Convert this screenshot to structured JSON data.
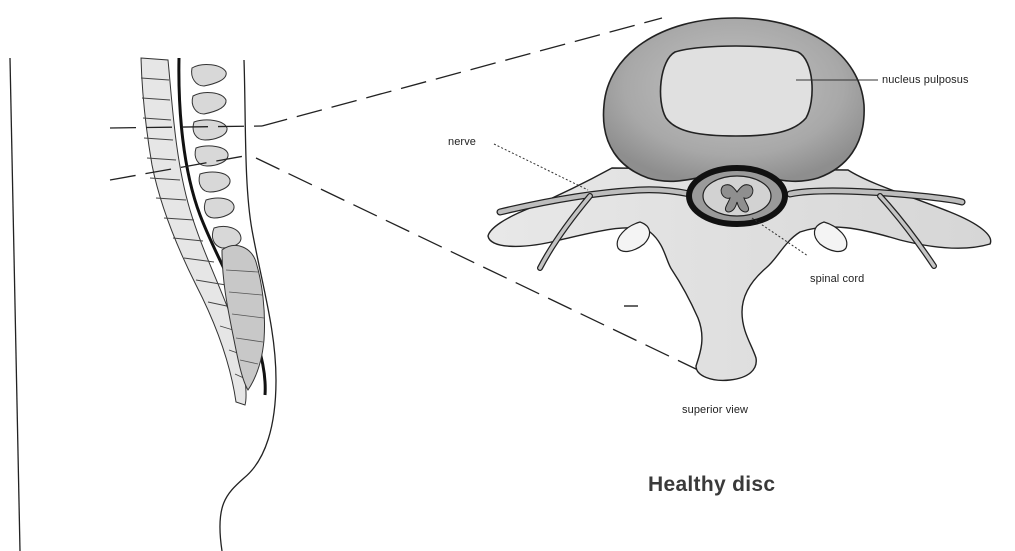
{
  "labels": {
    "nucleus": "nucleus pulposus",
    "nerve": "nerve",
    "spinal_cord": "spinal cord",
    "view": "superior view",
    "title": "Healthy disc"
  }
}
